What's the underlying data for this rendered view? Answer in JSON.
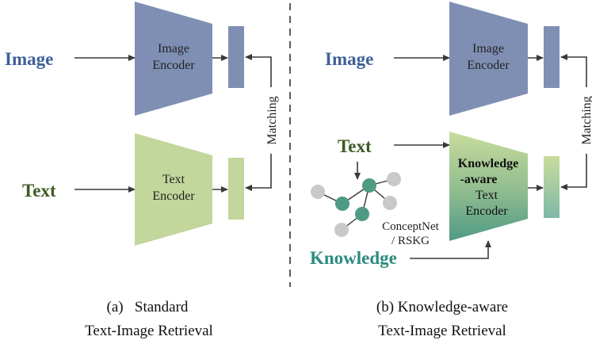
{
  "left_panel": {
    "image_label": "Image",
    "text_label": "Text",
    "image_encoder": [
      "Image",
      "Encoder"
    ],
    "text_encoder": [
      "Text",
      "Encoder"
    ],
    "matching_label": "Matching",
    "caption_line1": "(a)   Standard",
    "caption_line2": "Text-Image Retrieval"
  },
  "right_panel": {
    "image_label": "Image",
    "text_label": "Text",
    "knowledge_label": "Knowledge",
    "image_encoder": [
      "Image",
      "Encoder"
    ],
    "ka_encoder_bold": [
      "Knowledge",
      "-aware"
    ],
    "ka_encoder_regular": [
      "Text",
      "Encoder"
    ],
    "matching_label": "Matching",
    "graph_label_line1": "ConceptNet",
    "graph_label_line2": "/ RSKG",
    "caption_line1": "(b) Knowledge-aware",
    "caption_line2": "Text-Image Retrieval"
  },
  "colors": {
    "image_blue": "#3f5f98",
    "encoder_blue": "#7f8fb4",
    "text_green": "#3e5a22",
    "encoder_green": "#c3d69b",
    "knowledge_teal": "#2e8b80",
    "node_teal": "#4f9a85",
    "node_gray": "#c9c9c9",
    "arrow": "#3a3a3a"
  }
}
